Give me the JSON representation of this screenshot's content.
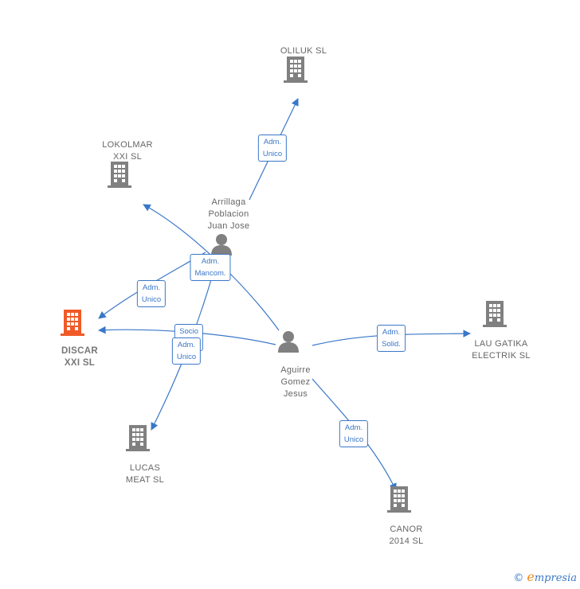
{
  "colors": {
    "company": "#808080",
    "main": "#f05a28",
    "person": "#808080",
    "edge": "#3a77c8"
  },
  "nodes": [
    {
      "id": "oliluk",
      "type": "company",
      "label": "OLILUK  SL"
    },
    {
      "id": "lokolmar",
      "type": "company",
      "label": "LOKOLMAR\nXXI  SL"
    },
    {
      "id": "arrillaga",
      "type": "person",
      "label": "Arrillaga\nPoblacion\nJuan Jose"
    },
    {
      "id": "discar",
      "type": "main",
      "label": "DISCAR\nXXI  SL"
    },
    {
      "id": "aguirre",
      "type": "person",
      "label": "Aguirre\nGomez\nJesus"
    },
    {
      "id": "lau",
      "type": "company",
      "label": "LAU GATIKA\nELECTRIK  SL"
    },
    {
      "id": "lucas",
      "type": "company",
      "label": "LUCAS\nMEAT SL"
    },
    {
      "id": "canor",
      "type": "company",
      "label": "CANOR\n2014  SL"
    }
  ],
  "edges": [
    {
      "from": "arrillaga",
      "to": "oliluk",
      "label": "Adm.\nUnico"
    },
    {
      "from": "aguirre",
      "to": "lokolmar",
      "label": "Adm.\nMancom."
    },
    {
      "from": "arrillaga",
      "to": "discar",
      "label": "Adm.\nUnico"
    },
    {
      "from": "aguirre",
      "to": "discar",
      "label": "Socio\nÚnico"
    },
    {
      "from": "arrillaga",
      "to": "lucas",
      "label": "Adm.\nUnico"
    },
    {
      "from": "aguirre",
      "to": "lau",
      "label": "Adm.\nSolid."
    },
    {
      "from": "aguirre",
      "to": "canor",
      "label": "Adm.\nUnico"
    }
  ],
  "footer": {
    "copyright": "©",
    "brand_initial": "e",
    "brand_rest": "mpresia"
  }
}
